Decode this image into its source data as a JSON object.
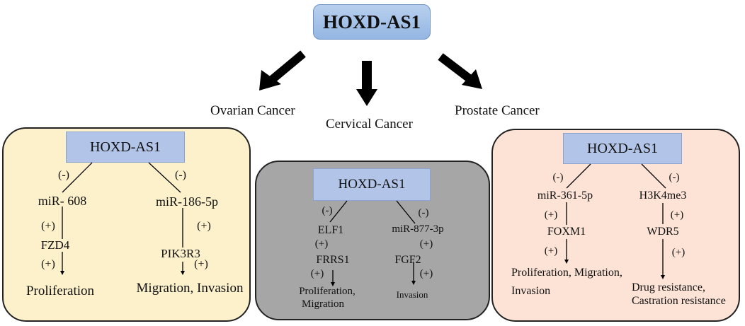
{
  "root": {
    "label": "HOXD-AS1"
  },
  "cancers": [
    {
      "name": "Ovarian Cancer",
      "hub": "HOXD-AS1",
      "left_branch": {
        "sign_top": "(-)",
        "mirna": "miR- 608",
        "sign_mid": "(+)",
        "target": "FZD4",
        "sign_bottom": "(+)",
        "outcome": "Proliferation"
      },
      "right_branch": {
        "sign_top": "(-)",
        "mirna": "miR-186-5p",
        "sign_mid": "(+)",
        "target": "PIK3R3",
        "sign_bottom": "(+)",
        "outcome": "Migration, Invasion"
      }
    },
    {
      "name": "Cervical Cancer",
      "hub": "HOXD-AS1",
      "left_branch": {
        "sign_top": "(-)",
        "mirna": "ELF1",
        "sign_mid": "(+)",
        "target": "FRRS1",
        "sign_bottom": "(+)",
        "outcome_line1": "Proliferation,",
        "outcome_line2": "Migration"
      },
      "right_branch": {
        "sign_top": "(-)",
        "mirna": "miR-877-3p",
        "sign_mid": "(+)",
        "target": "FGF2",
        "sign_bottom": "(+)",
        "outcome": "Invasion"
      }
    },
    {
      "name": "Prostate Cancer",
      "hub": "HOXD-AS1",
      "left_branch": {
        "sign_top": "(-)",
        "mirna": "miR-361-5p",
        "sign_mid": "(+)",
        "target": "FOXM1",
        "sign_bottom": "(+)",
        "outcome_line1": "Proliferation, Migration,",
        "outcome_line2": "Invasion"
      },
      "right_branch": {
        "sign_top": "(-)",
        "mirna": "H3K4me3",
        "sign_mid": "(+)",
        "target": "WDR5",
        "sign_bottom": "(+)",
        "outcome_line1": "Drug resistance,",
        "outcome_line2": "Castration resistance"
      }
    }
  ],
  "colors": {
    "root_fill": "#a8c4ea",
    "node_fill": "#b2c5e8",
    "ovarian_panel": "#fdf1cc",
    "cervical_panel": "#a6a6a6",
    "prostate_panel": "#fce3d6"
  }
}
